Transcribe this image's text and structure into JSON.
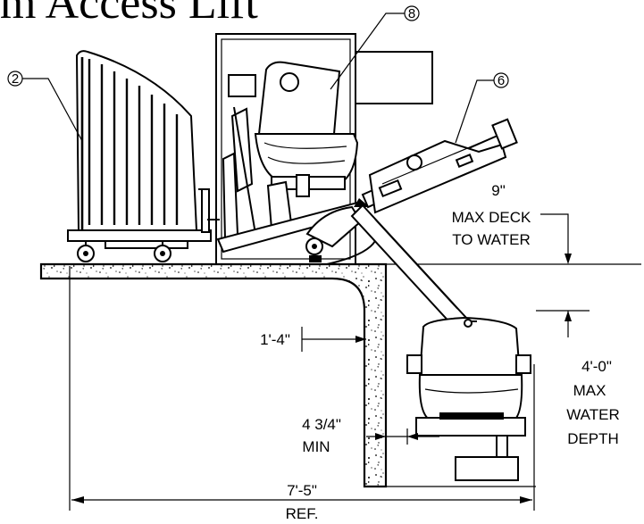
{
  "title": "m Access Lift",
  "callouts": {
    "c2": "2",
    "c6": "6",
    "c8": "8"
  },
  "dimensions": {
    "deck_to_water": {
      "value": "9\"",
      "line1": "MAX DECK",
      "line2": "TO WATER"
    },
    "offset": "1'-4\"",
    "min_clearance": {
      "value": "4 3/4\"",
      "label": "MIN"
    },
    "water_depth": {
      "value": "4'-0\"",
      "line1": "MAX",
      "line2": "WATER",
      "line3": "DEPTH"
    },
    "overall": {
      "value": "7'-5\"",
      "label": "REF."
    }
  }
}
